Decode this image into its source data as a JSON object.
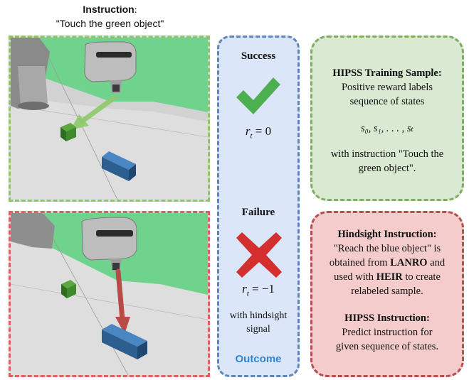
{
  "header": {
    "instruction_label": "Instruction",
    "instruction_colon": ":",
    "instruction_text": "\"Touch the green object\""
  },
  "outcome": {
    "success_label": "Success",
    "success_reward": "r",
    "success_reward_sub": "t",
    "success_reward_value": " = 0",
    "failure_label": "Failure",
    "failure_reward": "r",
    "failure_reward_sub": "t",
    "failure_reward_value": " = −1",
    "hindsight_line1": "with hindsight",
    "hindsight_line2": "signal",
    "outcome_label": "Outcome"
  },
  "green_box": {
    "title": "HIPSS Training Sample:",
    "line1": "Positive reward labels",
    "line2": "sequence of states",
    "math": "s₀, s₁, . . . , sₜ",
    "line3": "with instruction \"Touch the",
    "line4": "green object\"."
  },
  "red_box": {
    "title": "Hindsight Instruction:",
    "line1": "\"Reach the blue object\" is",
    "line2_pre": "obtained from ",
    "line2_bold": "LANRO",
    "line2_post": " and",
    "line3_pre": "used with ",
    "line3_bold": "HEIR",
    "line3_post": " to create",
    "line4": "relabeled sample.",
    "title2": "HIPSS Instruction:",
    "line5": "Predict instruction for",
    "line6": "given sequence of states."
  },
  "colors": {
    "success_green": "#4caf50",
    "failure_red": "#d32f2f",
    "outcome_blue": "#2f84d6",
    "scene_green_plane": "#6fd38e",
    "cube_green": "#3e8a2c",
    "cuboid_blue": "#2c5f8f"
  }
}
